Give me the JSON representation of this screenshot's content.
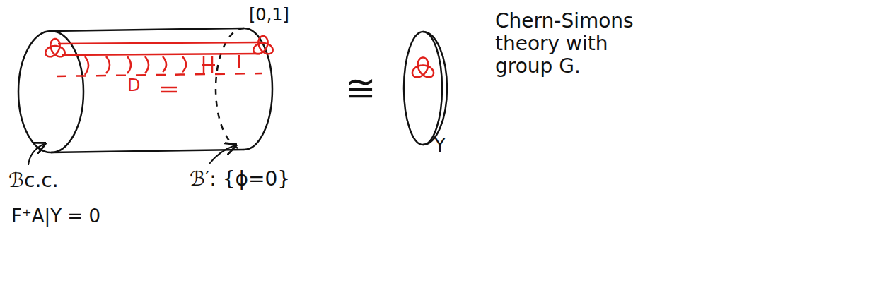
{
  "diagram": {
    "labels": [
      "[0,1]",
      "D",
      "ℬc.c.",
      "ℬ′: {ϕ=0}",
      "F⁺A|Y = 0",
      "≅",
      "Y",
      "Chern-Simons theory with group G."
    ]
  }
}
